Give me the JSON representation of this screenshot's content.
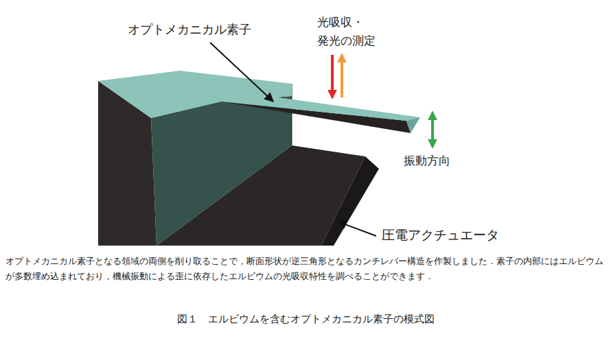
{
  "diagram": {
    "caption": "図１　エルビウムを含むオプトメカニカル素子の模式図",
    "labels": [
      "オプトメカニカル素子",
      "光吸収・ 発光の測定",
      "振動方向",
      "圧電アクチュエータ",
      "オプトメカニカル素子となる領域の両側を削り取ることで，断面形状が逆三角形となるカンチレバー構造を作製しました．素子の内部にはエルビウムが多数埋め込まれており，機械振動による歪に依存したエルビウムの光吸収特性を調べることができます．"
    ]
  }
}
